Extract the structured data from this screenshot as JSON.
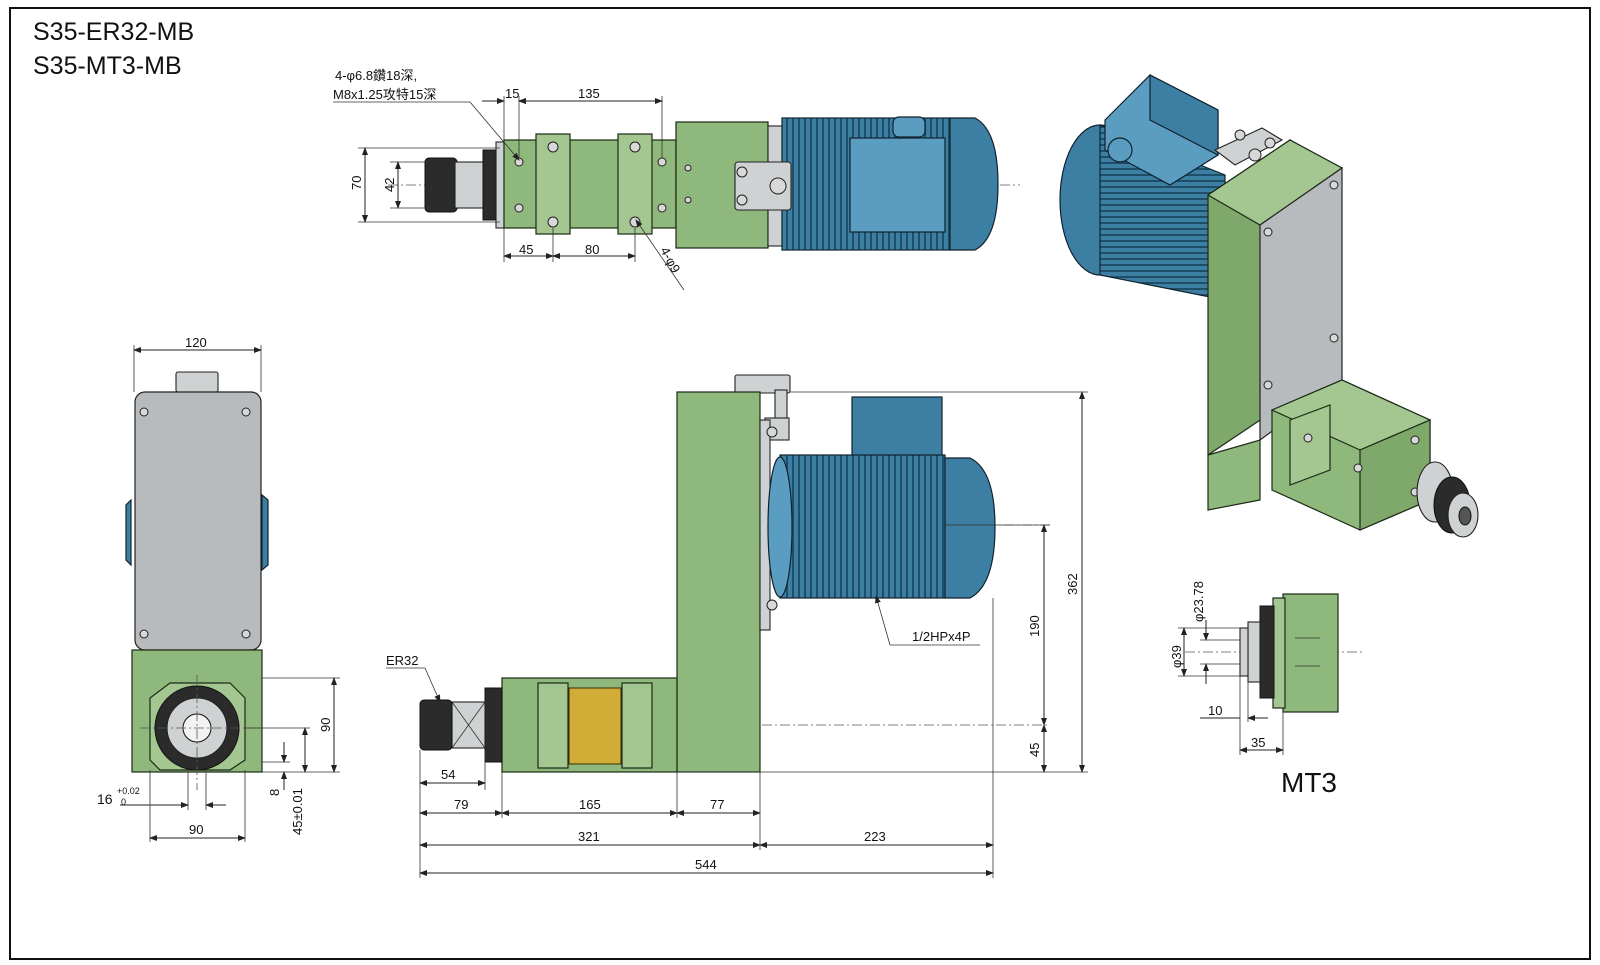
{
  "titles": {
    "model_1": "S35-ER32-MB",
    "model_2": "S35-MT3-MB"
  },
  "top_view": {
    "note_line_1": "4-φ6.8鑽18深,",
    "note_line_2": "M8x1.25攻特15深",
    "dim_15": "15",
    "dim_135": "135",
    "dim_70": "70",
    "dim_42": "42",
    "dim_45": "45",
    "dim_80": "80",
    "hole_note": "4-φ9"
  },
  "end_view": {
    "dim_120": "120",
    "dim_90_v": "90",
    "dim_8": "8",
    "dim_45_tol": "45±0.01",
    "dim_16": "16",
    "tol_upper": "+0.02",
    "tol_lower": "0",
    "dim_90_h": "90"
  },
  "side_view": {
    "collet_label": "ER32",
    "motor_label": "1/2HPx4P",
    "dim_54": "54",
    "dim_79": "79",
    "dim_165": "165",
    "dim_77": "77",
    "dim_321": "321",
    "dim_223": "223",
    "dim_544": "544",
    "dim_362": "362",
    "dim_190": "190",
    "dim_45": "45"
  },
  "mt3_view": {
    "dim_d23": "φ23.78",
    "dim_d39": "φ39",
    "dim_10": "10",
    "dim_35": "35",
    "label": "MT3"
  },
  "colors": {
    "housing": "#8fb87c",
    "motor": "#3d7fa3",
    "cover": "#b7bbbd"
  }
}
